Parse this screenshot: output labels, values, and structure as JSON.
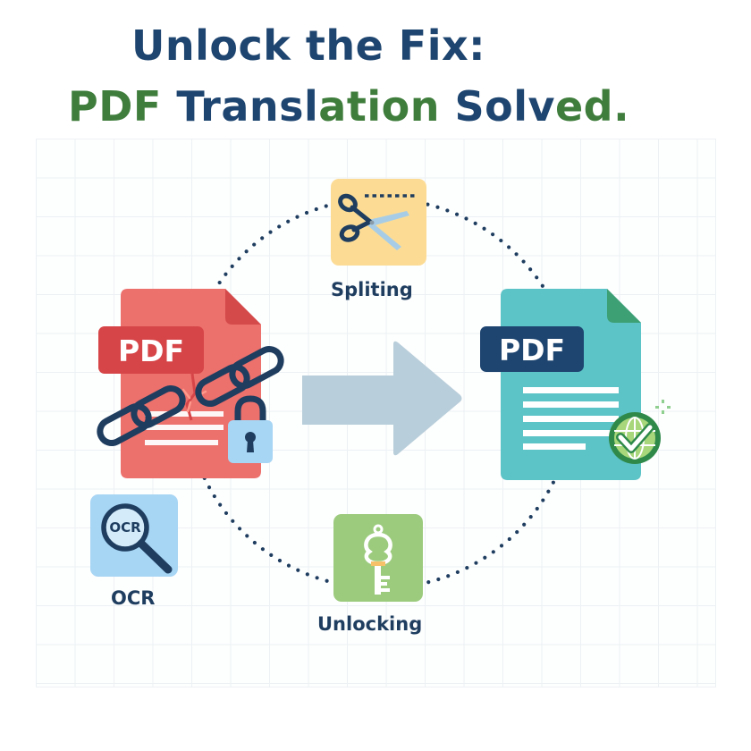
{
  "title": {
    "line1": "Unlock the Fix:",
    "line2_segments": [
      {
        "text": "PDF ",
        "color": "green"
      },
      {
        "text": "Transl",
        "color": "navy"
      },
      {
        "text": "ation ",
        "color": "green"
      },
      {
        "text": "Solv",
        "color": "navy"
      },
      {
        "text": "ed.",
        "color": "green"
      }
    ]
  },
  "diagram": {
    "source_document": {
      "tag": "PDF",
      "state": "broken-locked",
      "color": "#ec706c"
    },
    "target_document": {
      "tag": "PDF",
      "state": "translated-verified",
      "color": "#5cc3c6"
    },
    "flow_arrow": {
      "direction": "right",
      "color": "#b8ceda"
    },
    "steps": [
      {
        "id": "splitting",
        "label": "Spliting",
        "icon": "scissors-icon",
        "color": "#fcdc95"
      },
      {
        "id": "unlocking",
        "label": "Unlocking",
        "icon": "key-icon",
        "color": "#9ccb7e"
      },
      {
        "id": "ocr",
        "label": "OCR",
        "icon": "magnifier-icon",
        "icon_text": "OCR",
        "color": "#a7d5f4"
      }
    ]
  },
  "colors": {
    "navy": "#1e4570",
    "green": "#3f7d3c",
    "dots": "#1e3d5f",
    "grid": "#edf1f4"
  }
}
